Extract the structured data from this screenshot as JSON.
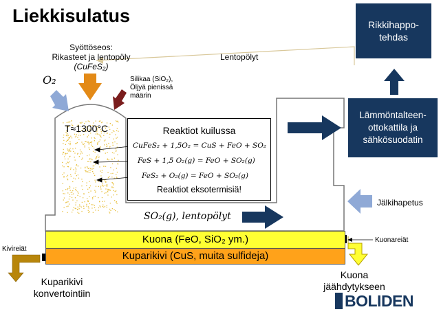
{
  "title": "Liekkisulatus",
  "feed": {
    "line1": "Syöttöseos:",
    "line2": "Rikasteet ja lentopöly",
    "line3": "(CuFeS₂)"
  },
  "o2_label": "O₂",
  "silica": {
    "line1": "Silikaa (SiO₂),",
    "line2": "Öljyä pienissä",
    "line3": "määrin"
  },
  "flue_dust_top": "Lentopölyt",
  "temperature": "T≈1300°C",
  "reactions": {
    "heading": "Reaktiot kuilussa",
    "eq1": "CuFeS₂ + 1,5O₂ = CuS + FeO + SO₂",
    "eq2": "FeS + 1,5 O₂(g) = FeO + SO₂(g)",
    "eq3": "FeS₂ + O₂(g) = FeO + SO₂(g)",
    "note": "Reaktiot eksotermisiä!"
  },
  "so2_label": "SO₂(g), lentopölyt",
  "afterburn": "Jälkihapetus",
  "boxes": {
    "acid_plant": [
      "Rikkihappo-",
      "tehdas"
    ],
    "boiler": [
      "Lämmöntalteen-",
      "ottokattila ja",
      "sähkösuodatin"
    ]
  },
  "slag_layer": "Kuona (FeO, SiO₂ ym.)",
  "matte_layer": "Kuparikivi (CuS, muita sulfideja)",
  "matte_tap": "Kivireiät",
  "slag_tap": "Kuonareiät",
  "matte_out": [
    "Kuparikivi",
    "konvertointiin"
  ],
  "slag_out": [
    "Kuona",
    "jäähdytykseen"
  ],
  "logo": "BOLIDEN",
  "colors": {
    "navy": "#17375e",
    "slag": "#ffff33",
    "matte": "#ffa21a",
    "feed_arrow": "#e38a17",
    "o2_arrow": "#8fa9d6",
    "silica_arrow": "#7a1d1d",
    "tap_arrow": "#b8860b",
    "particles": "#e8c040"
  }
}
